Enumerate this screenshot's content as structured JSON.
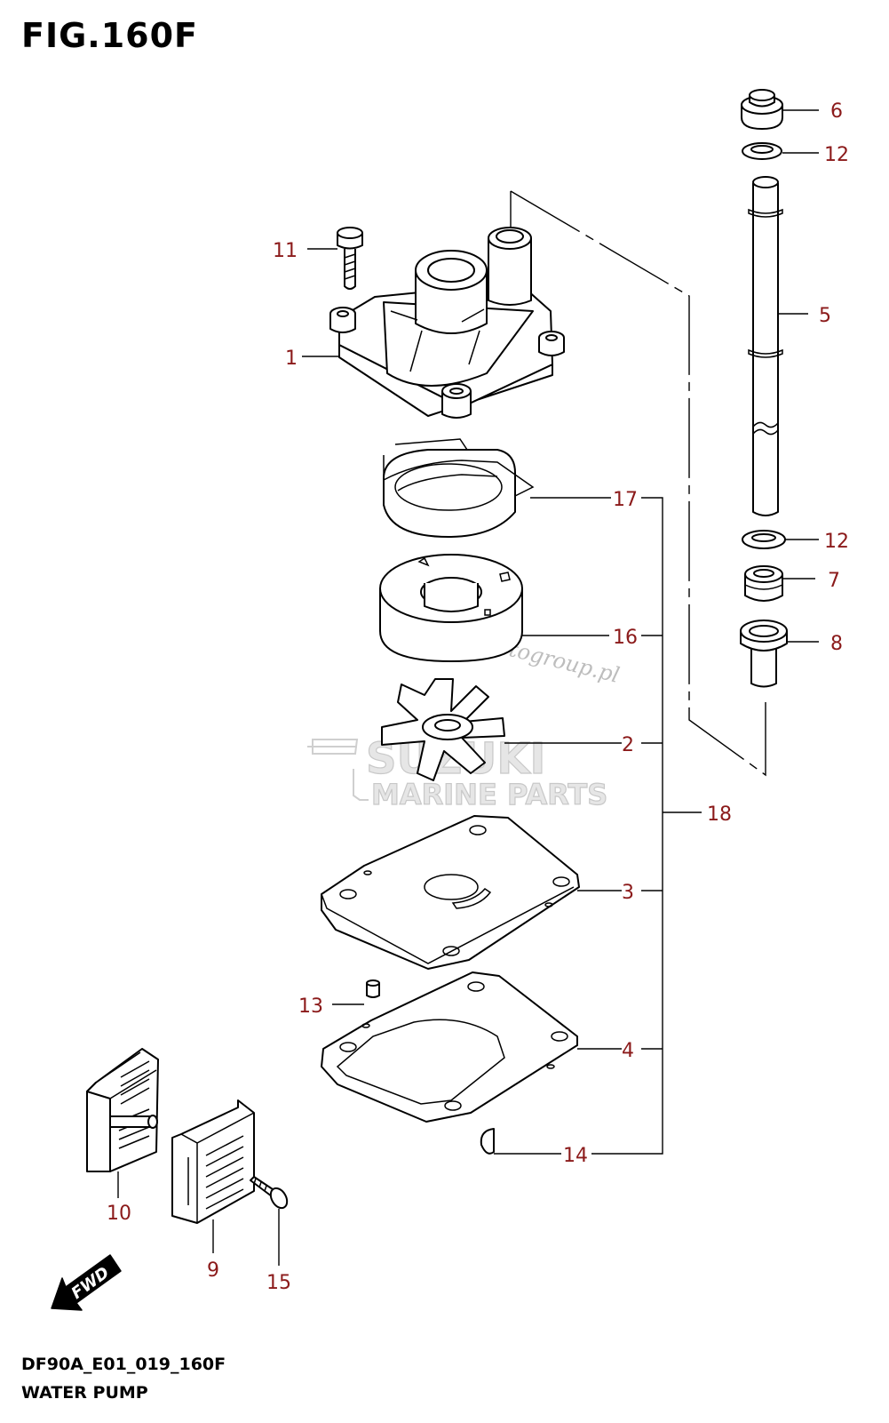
{
  "figure": {
    "title": "FIG.160F",
    "code": "DF90A_E01_019_160F",
    "name": "WATER PUMP"
  },
  "callouts": [
    {
      "id": "c1",
      "label": "1"
    },
    {
      "id": "c2",
      "label": "2"
    },
    {
      "id": "c3",
      "label": "3"
    },
    {
      "id": "c4",
      "label": "4"
    },
    {
      "id": "c5",
      "label": "5"
    },
    {
      "id": "c6",
      "label": "6"
    },
    {
      "id": "c7",
      "label": "7"
    },
    {
      "id": "c8",
      "label": "8"
    },
    {
      "id": "c9",
      "label": "9"
    },
    {
      "id": "c10",
      "label": "10"
    },
    {
      "id": "c11",
      "label": "11"
    },
    {
      "id": "c12a",
      "label": "12"
    },
    {
      "id": "c12b",
      "label": "12"
    },
    {
      "id": "c13",
      "label": "13"
    },
    {
      "id": "c14",
      "label": "14"
    },
    {
      "id": "c15",
      "label": "15"
    },
    {
      "id": "c16",
      "label": "16"
    },
    {
      "id": "c17",
      "label": "17"
    },
    {
      "id": "c18",
      "label": "18"
    }
  ],
  "fwd_label": "FWD",
  "watermark": {
    "brand": "SUZUKI",
    "sub": "MARINE PARTS",
    "site": "Motogroup.pl"
  },
  "colors": {
    "callout": "#8b1a1a",
    "line": "#000000",
    "watermark": "#c8c8c8"
  }
}
